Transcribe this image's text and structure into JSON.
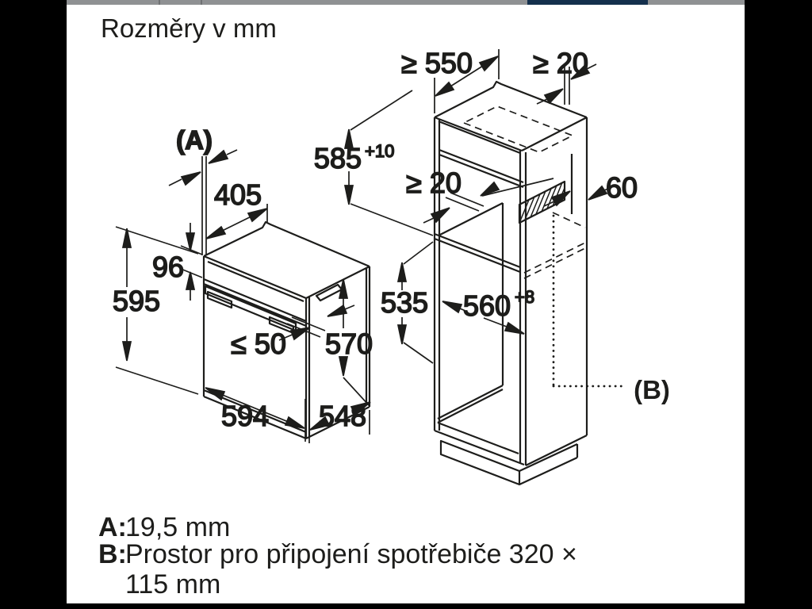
{
  "title": "Rozměry v mm",
  "colors": {
    "line": "#1d1d1b",
    "background": "#ffffff",
    "letterbox": "#000000",
    "topbar_gray": "#8f9193",
    "topbar_accent": "#14304d"
  },
  "oven": {
    "callout": "(A)",
    "dim_top_depth": "405",
    "dim_panel_height": "96",
    "dim_height": "595",
    "dim_handle_gap": "≤ 50",
    "dim_body_height": "570",
    "dim_width": "594",
    "dim_depth": "548"
  },
  "cabinet": {
    "callout": "(B)",
    "dim_min_depth": "≥ 550",
    "dim_top_rear_gap": "≥ 20",
    "dim_niche_height": "585",
    "dim_niche_height_tol": "+10",
    "dim_mid_rear_gap": "≥ 20",
    "dim_rear_vent": "60",
    "dim_lower_height": "535",
    "dim_niche_width": "560",
    "dim_niche_width_tol": "+8"
  },
  "legend": {
    "a_label": "A:",
    "a_text": "19,5 mm",
    "b_label": "B:",
    "b_text_line1": "Prostor pro připojení spotřebiče 320 ×",
    "b_text_line2": "115 mm"
  }
}
